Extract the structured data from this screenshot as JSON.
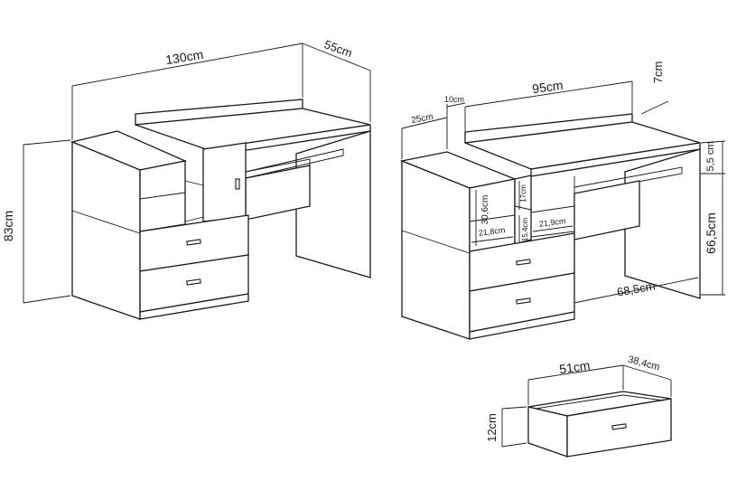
{
  "diagram": {
    "left_view": {
      "width_label": "130cm",
      "depth_label": "55cm",
      "height_label": "83cm"
    },
    "right_view": {
      "top_width_label": "95cm",
      "top_height_label": "7cm",
      "side_gap_label": "10cm",
      "cabinet_depth_label": "25cm",
      "shelf_height_label": "30,6cm",
      "shelf_width_label": "21,8cm",
      "small_shelf_label": "17cm",
      "small_gap_label": "15,4cm",
      "inner_width_label": "21,9cm",
      "desk_depth_label": "68,5cm",
      "top_thickness_label": "5,5 cm",
      "desk_height_label": "66,5cm"
    },
    "drawer_view": {
      "width_label": "51cm",
      "depth_label": "38,4cm",
      "height_label": "12cm"
    }
  }
}
